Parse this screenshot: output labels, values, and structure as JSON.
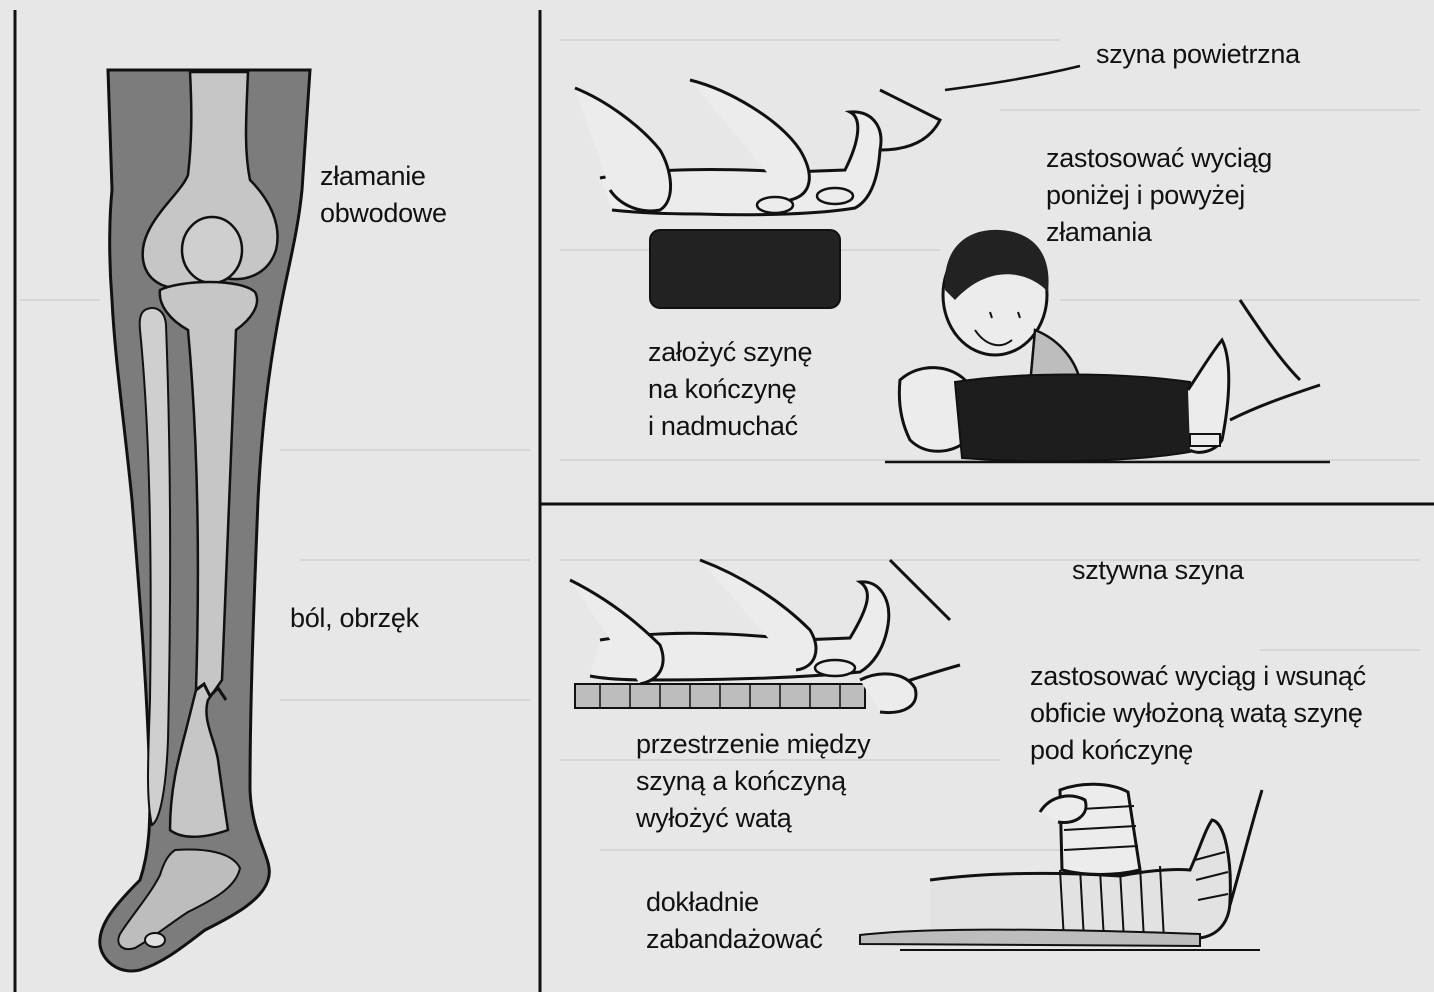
{
  "panels": {
    "leg": {
      "labels": {
        "fracture_type": [
          "złamanie",
          "obwodowe"
        ],
        "symptoms": [
          "ból, obrzęk"
        ]
      }
    },
    "air_splint": {
      "labels": {
        "title": [
          "szyna powietrzna"
        ],
        "traction": [
          "zastosować wyciąg",
          "poniżej i powyżej",
          "złamania"
        ],
        "apply": [
          "założyć szynę",
          "na kończynę",
          "i nadmuchać"
        ]
      }
    },
    "rigid_splint": {
      "labels": {
        "title": [
          "sztywna szyna"
        ],
        "traction": [
          "zastosować wyciąg i wsunąć",
          "obficie wyłożoną watą szynę",
          "pod kończynę"
        ],
        "padding": [
          "przestrzenie między",
          "szyną a kończyną",
          "wyłożyć watą"
        ],
        "bandage": [
          "dokładnie",
          "zabandażować"
        ]
      }
    }
  },
  "colors": {
    "paper": "#e7e7e7",
    "ink": "#111111",
    "soft_tissue": "#7c7c7c",
    "bone": "#c6c6c6",
    "splint": "#222222",
    "skin": "#ececec"
  }
}
